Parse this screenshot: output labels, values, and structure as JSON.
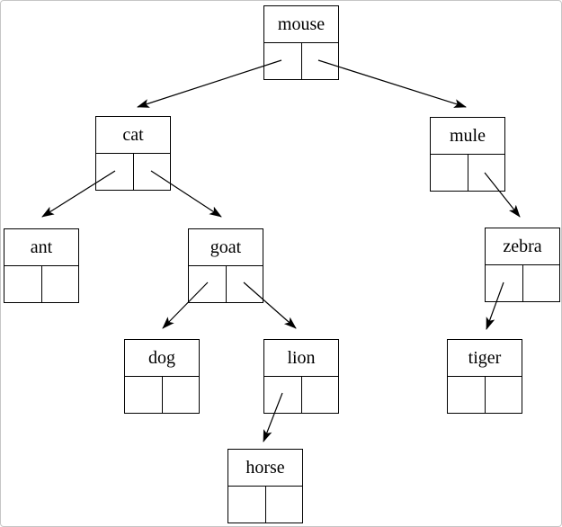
{
  "figure": {
    "background_color": "#ffffff",
    "frame_border_color": "#c6c6c6",
    "node_border_color": "#000000",
    "text_color": "#000000",
    "arrow_color": "#000000"
  },
  "diagram": {
    "type": "binary-tree",
    "root": "mouse",
    "nodes": [
      {
        "id": "mouse",
        "label": "mouse",
        "left": "cat",
        "right": "mule"
      },
      {
        "id": "cat",
        "label": "cat",
        "left": "ant",
        "right": "goat"
      },
      {
        "id": "mule",
        "label": "mule",
        "left": null,
        "right": "zebra"
      },
      {
        "id": "ant",
        "label": "ant",
        "left": null,
        "right": null
      },
      {
        "id": "goat",
        "label": "goat",
        "left": "dog",
        "right": "lion"
      },
      {
        "id": "zebra",
        "label": "zebra",
        "left": "tiger",
        "right": null
      },
      {
        "id": "dog",
        "label": "dog",
        "left": null,
        "right": null
      },
      {
        "id": "lion",
        "label": "lion",
        "left": "horse",
        "right": null
      },
      {
        "id": "tiger",
        "label": "tiger",
        "left": null,
        "right": null
      },
      {
        "id": "horse",
        "label": "horse",
        "left": null,
        "right": null
      }
    ],
    "edges": [
      {
        "from": "mouse",
        "pointer": "left",
        "to": "cat"
      },
      {
        "from": "mouse",
        "pointer": "right",
        "to": "mule"
      },
      {
        "from": "cat",
        "pointer": "left",
        "to": "ant"
      },
      {
        "from": "cat",
        "pointer": "right",
        "to": "goat"
      },
      {
        "from": "mule",
        "pointer": "right",
        "to": "zebra"
      },
      {
        "from": "goat",
        "pointer": "left",
        "to": "dog"
      },
      {
        "from": "goat",
        "pointer": "right",
        "to": "lion"
      },
      {
        "from": "zebra",
        "pointer": "left",
        "to": "tiger"
      },
      {
        "from": "lion",
        "pointer": "left",
        "to": "horse"
      }
    ]
  }
}
